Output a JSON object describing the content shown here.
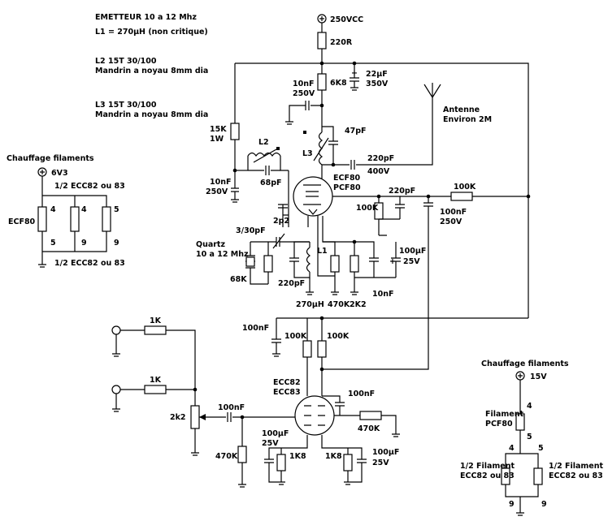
{
  "header": {
    "title": "EMETTEUR 10 a 12 Mhz",
    "l1": "L1 = 270µH (non critique)",
    "l2a": "L2 15T 30/100",
    "l2b": "Mandrin a noyau 8mm dia",
    "l3a": "L3 15T 30/100",
    "l3b": "Mandrin a noyau 8mm dia"
  },
  "supply": {
    "hv": "250VCC",
    "r220": "220R",
    "r6k8": "6K8",
    "c22a": "22µF",
    "c22b": "350V"
  },
  "osc": {
    "c10a": "10nF",
    "c10b": "250V",
    "r15ka": "15K",
    "r15kb": "1W",
    "l2": "L2",
    "c68": "68pF",
    "c10c": "10nF",
    "c10d": "250V",
    "l3": "L3",
    "c47": "47pF",
    "c220": "220pF",
    "c400": "400V",
    "ant1": "Antenne",
    "ant2": "Environ 2M",
    "tube1": "ECF80",
    "tube2": "PCF80",
    "r100k": "100K",
    "c220b": "220pF",
    "r100kb": "100K",
    "c100a": "100nF",
    "c100b": "250V",
    "c2p2": "2p2",
    "c330": "3/30pF",
    "q1": "Quartz",
    "q2": "10 a 12 Mhz",
    "r68": "68K",
    "c220c": "220pF",
    "l1": "L1",
    "l1v": "270µH",
    "r470": "470K",
    "r2k2": "2K2",
    "c100ua": "100µF",
    "c100ub": "25V",
    "c10e": "10nF"
  },
  "heatA": {
    "title": "Chauffage filaments",
    "v": "6V3",
    "top": "1/2 ECC82 ou 83",
    "bot": "1/2 ECC82 ou 83",
    "ecf": "ECF80",
    "p1": "4",
    "p2": "5",
    "p3": "4",
    "p4": "9",
    "p5": "5",
    "p6": "9"
  },
  "mod": {
    "r1ka": "1K",
    "r1kb": "1K",
    "pot": "2k2",
    "c100n": "100nF",
    "r470k": "470K",
    "c100nt": "100nF",
    "r100ka": "100K",
    "r100kb": "100K",
    "tube1": "ECC82",
    "tube2": "ECC83",
    "c100nr": "100nF",
    "r470kr": "470K",
    "c100ua": "100µF",
    "c25a": "25V",
    "r1k8a": "1K8",
    "r1k8b": "1K8",
    "c100ub": "100µF",
    "c25b": "25V"
  },
  "heatB": {
    "title": "Chauffage filaments",
    "v": "15V",
    "f1": "Filament",
    "f2": "PCF80",
    "h1a": "1/2 Filament",
    "h1b": "ECC82 ou 83",
    "h2a": "1/2 Filament",
    "h2b": "ECC82 ou 83",
    "p4": "4",
    "p5": "5",
    "p4b": "4",
    "p5b": "5",
    "p9": "9",
    "p9b": "9"
  }
}
